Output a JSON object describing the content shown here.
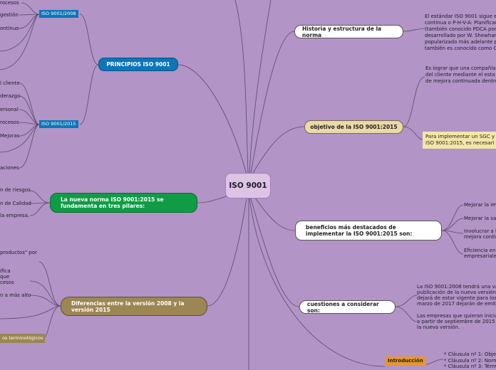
{
  "center": {
    "label": "ISO 9001"
  },
  "right": {
    "historia": {
      "label": "Historia y estructura de la norma",
      "text": [
        "El estándar ISO 9001 sigue el",
        "continua o P-H-V-A: Planificar",
        "(también conocido PDCA por",
        "desarrollado por W. Shewhart",
        "popularizado más adelante por",
        "también es conocido como C"
      ]
    },
    "objetivo": {
      "label": "objetivo de la ISO 9001:2015",
      "text1": [
        "Es lograr que una compañía",
        "del cliente mediante el esta",
        "de mejora continuada dentro"
      ],
      "note": [
        "Para implementar un SGC y",
        "ISO 9001:2015, es necesari"
      ]
    },
    "beneficios": {
      "label": "beneficios más destacados de implementar la ISO 9001:2015 son:",
      "items": [
        "Mejorar la ima",
        "Mejorar la sat",
        "Involucrar a l",
        "mejora contin",
        "Eficiencia en l",
        "empresariales"
      ]
    },
    "cuestiones": {
      "label": "cuestiones a considerar son:",
      "text1": [
        "La ISO 9001:2008 tendrá una val",
        "publicación de la nueva versión. E",
        "dejará de estar vigente para los p",
        "marzo de 2017 dejarán de emitirs"
      ],
      "text2": [
        "Las empresas que quieran iniciar",
        "a partir de septiembre de 2015 ya",
        "la nueva versión."
      ]
    },
    "introduccion": {
      "label": "Introducción",
      "items": [
        "*  Cláusula nº 1: Obje",
        "* Cláusula nº 2: Norm",
        "* Cláusula nº 3: Térm"
      ]
    }
  },
  "left": {
    "principios": {
      "label": "PRINCIPIOS ISO 9001",
      "v2008": {
        "label": "ISO 9001/2008",
        "items": [
          "rocesos",
          "gestión",
          "ontinuo"
        ]
      },
      "v2015": {
        "label": "ISO 9001/2015",
        "items": [
          "l cliente",
          "derazgo",
          "ersonal",
          "rocesos",
          "Mejoras",
          "aciones"
        ]
      }
    },
    "pilares": {
      "label": "La nueva norma ISO 9001:2015 se fundamenta en tres pilares:",
      "items": [
        "n de riesgos",
        "n de Calidad",
        "la empresa."
      ]
    },
    "diferencias": {
      "label": "Diferencias entre la versión 2008 y la versión 2015",
      "items": [
        "productos\" por",
        "ífica",
        "que",
        "cesos",
        "n a más alto"
      ],
      "tag": "os terminológicos"
    }
  }
}
